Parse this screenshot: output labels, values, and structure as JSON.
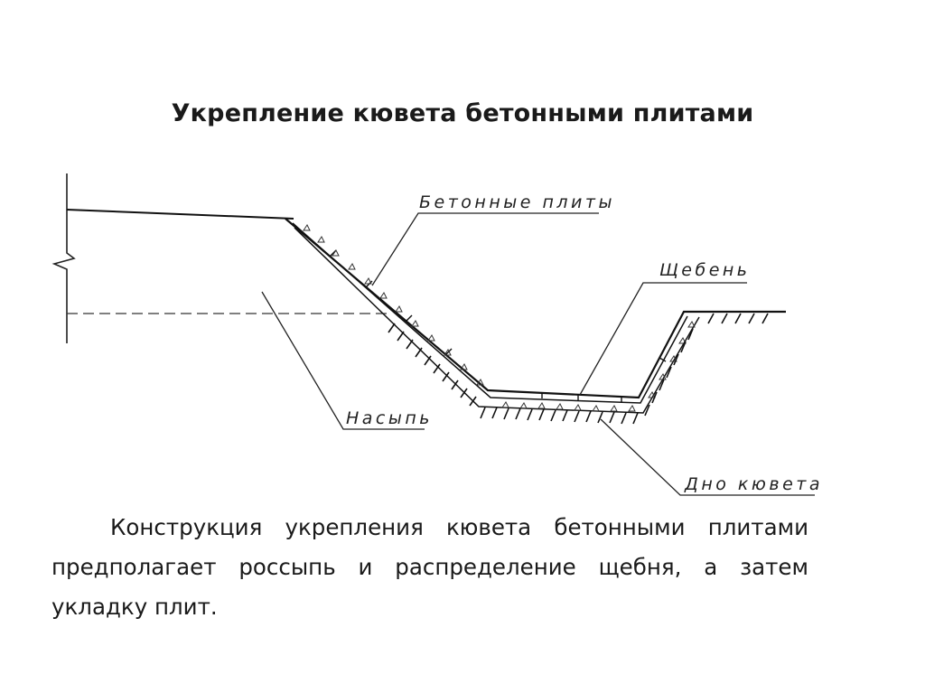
{
  "title": "Укрепление кювета бетонными плитами",
  "labels": {
    "concrete_slabs": "Бетонные плиты",
    "crushed_stone": "Щебень",
    "embankment": "Насыпь",
    "ditch_bottom": "Дно кювета"
  },
  "description": "Конструкция укрепления кювета бетонными плитами предполагает россыпь и распределение щебня, а затем укладку плит."
}
